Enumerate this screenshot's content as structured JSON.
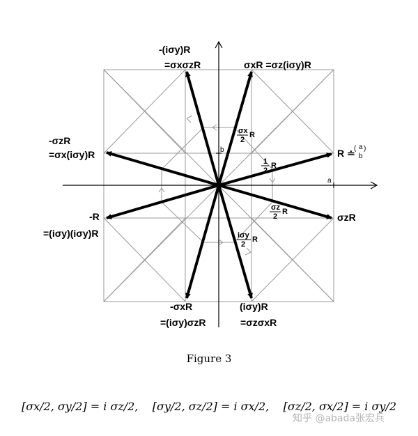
{
  "figure": {
    "caption": "Figure 3",
    "axes": {
      "x_label": "a",
      "y_label": "b"
    },
    "labels": {
      "top_left_1": "-(iσy)R",
      "top_left_2": "=σxσzR",
      "top_right": "σxR =σz(iσy)R",
      "left_1": "-σzR",
      "left_2": "=σx(iσy)R",
      "right_R": "R ≐",
      "right_vec_a": "a",
      "right_vec_b": "b",
      "lower_left_1": "-R",
      "lower_left_2": "=(iσy)(iσy)R",
      "lower_right": "σzR",
      "bottom_left_1": "-σxR",
      "bottom_left_2": "=(iσy)σzR",
      "bottom_right_1": "(iσy)R",
      "bottom_right_2": "=σzσxR",
      "inner_sx_num": "σx",
      "inner_sx_den": "2",
      "inner_sx_R": "R",
      "inner_half_num": "1",
      "inner_half_den": "2",
      "inner_half_R": "R",
      "inner_sz_num": "σz",
      "inner_sz_den": "2",
      "inner_sz_R": "R",
      "inner_isy_num": "iσy",
      "inner_isy_den": "2",
      "inner_isy_R": "R"
    }
  },
  "formula": "[σx/2, σy/2] = i σz/2,    [σy/2, σz/2] = i σx/2,    [σz/2, σx/2] = i σy/2",
  "watermark": "知乎 @abada张宏兵"
}
